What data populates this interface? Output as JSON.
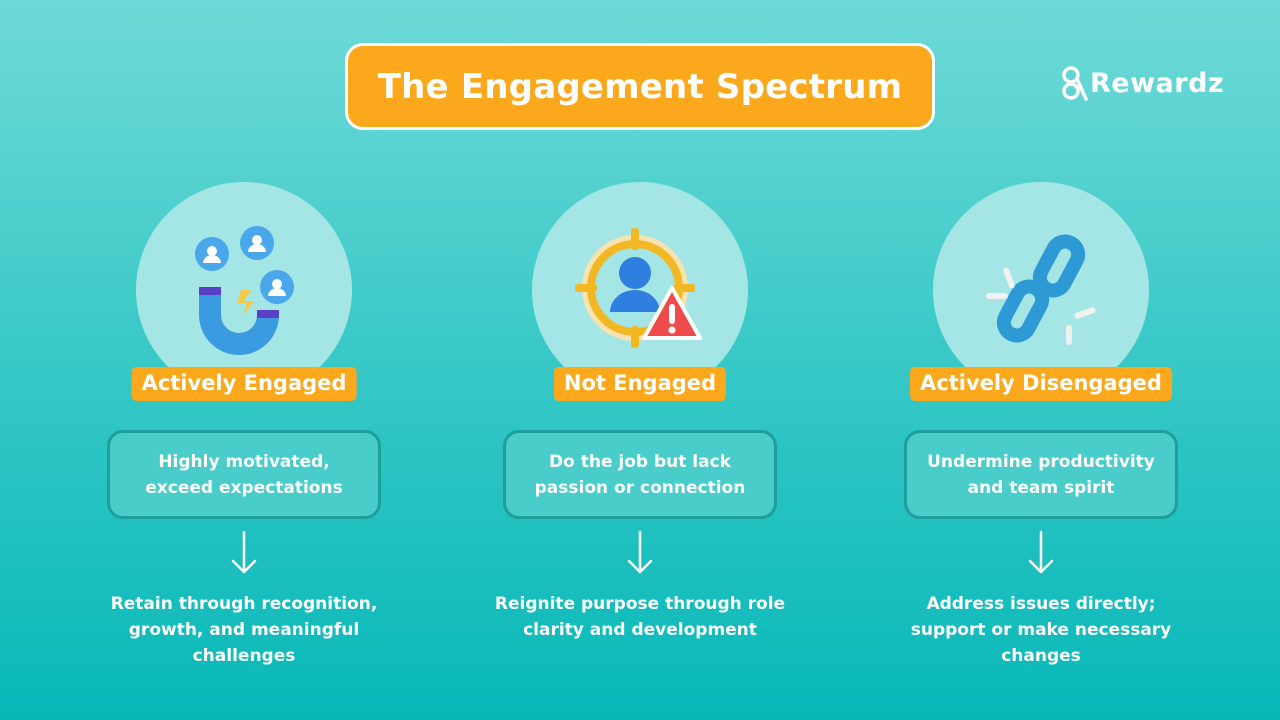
{
  "title": "The Engagement Spectrum",
  "brand": {
    "name": "Rewardz"
  },
  "colors": {
    "accent": "#fba81c",
    "box_border": "#1f9e9c",
    "circle": "#a4e6e5",
    "text": "#ffffff"
  },
  "columns": [
    {
      "icon": "magnet-people-icon",
      "label": "Actively Engaged",
      "description": "Highly motivated, exceed expectations",
      "action": "Retain through recognition, growth, and meaningful challenges"
    },
    {
      "icon": "target-warning-icon",
      "label": "Not Engaged",
      "description": "Do the job but lack passion or connection",
      "action": "Reignite purpose through role clarity and development"
    },
    {
      "icon": "broken-link-icon",
      "label": "Actively Disengaged",
      "description": "Undermine productivity and team spirit",
      "action": "Address issues directly; support or make necessary changes"
    }
  ]
}
